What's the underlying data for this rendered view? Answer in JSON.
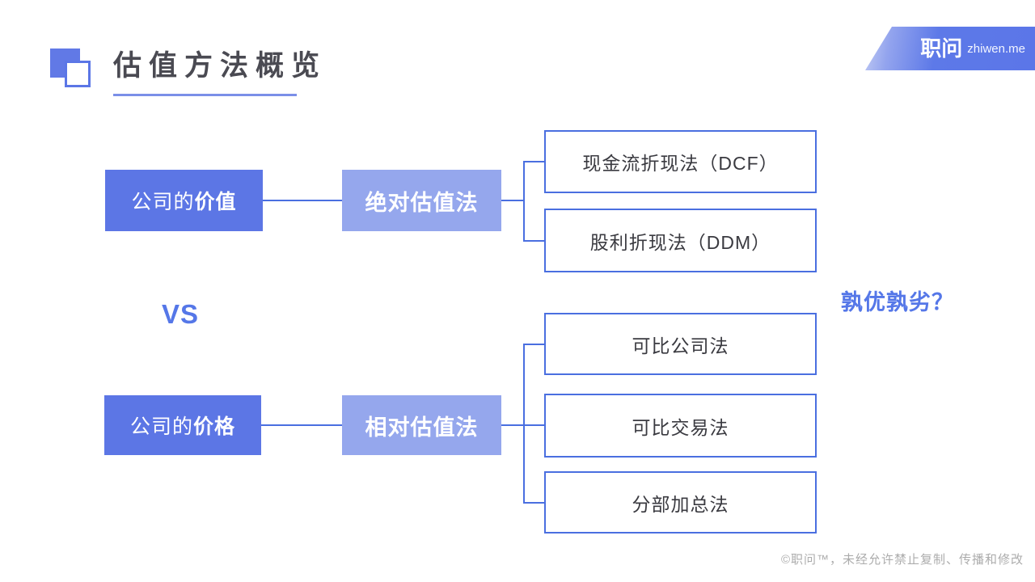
{
  "slide": {
    "title": "估值方法概览",
    "brand": {
      "name": "职问",
      "site": "zhiwen.me"
    },
    "vs_label": "VS",
    "question": "孰优孰劣？",
    "footer": "©职问™，未经允许禁止复制、传播和修改"
  },
  "diagram": {
    "groups": [
      {
        "source_prefix": "公司的",
        "source_emphasis": "价值",
        "method": "绝对估值法",
        "children": [
          "现金流折现法（DCF）",
          "股利折现法（DDM）"
        ]
      },
      {
        "source_prefix": "公司的",
        "source_emphasis": "价格",
        "method": "相对估值法",
        "children": [
          "可比公司法",
          "可比交易法",
          "分部加总法"
        ]
      }
    ]
  },
  "colors": {
    "source_box": "#5C76E5",
    "method_box": "#95A7ED",
    "outline_border": "#4A6FE0",
    "accent_text": "#5577E8",
    "banner_blue": "#5C79EA",
    "title_underline": "#7B8FE8"
  }
}
